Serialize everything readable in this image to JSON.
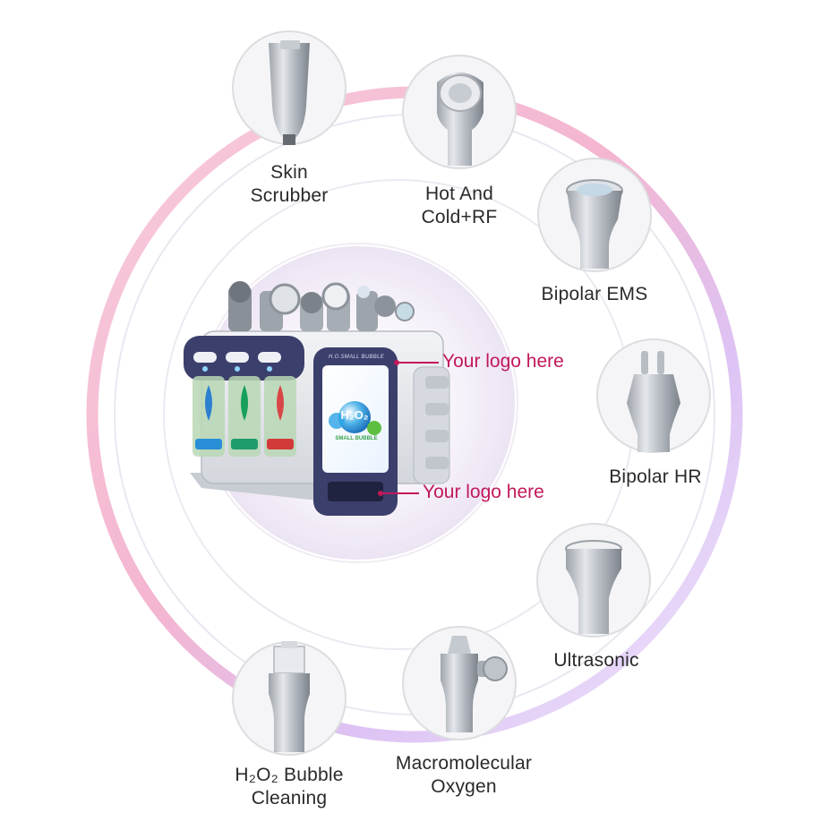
{
  "accessories": [
    {
      "icon": "skin-scrubber-icon",
      "lines": [
        "Skin",
        "Scrubber"
      ]
    },
    {
      "icon": "hot-cold-rf-icon",
      "lines": [
        "Hot And",
        "Cold+RF"
      ]
    },
    {
      "icon": "bipolar-ems-icon",
      "lines": [
        "Bipolar EMS"
      ]
    },
    {
      "icon": "bipolar-hr-icon",
      "lines": [
        "Bipolar HR"
      ]
    },
    {
      "icon": "ultrasonic-icon",
      "lines": [
        "Ultrasonic"
      ]
    },
    {
      "icon": "macromolecular-oxygen-icon",
      "lines": [
        "Macromolecular",
        "Oxygen"
      ]
    },
    {
      "icon": "h2o2-bubble-cleaning-icon",
      "lines": [
        "H₂O₂ Bubble",
        "Cleaning"
      ]
    }
  ],
  "machine": {
    "screen_brand": "H.O.SMALL BUBBLE",
    "screen_logo_main": "H₂O₂",
    "screen_logo_sub": "SMALL BUBBLE",
    "logo_callouts": [
      "Your logo here",
      "Your logo here"
    ]
  },
  "colors": {
    "ring_pink": "#f3b8cf",
    "ring_purple": "#c9b3f0",
    "callout": "#c2185b",
    "label": "#2a2a2a"
  }
}
